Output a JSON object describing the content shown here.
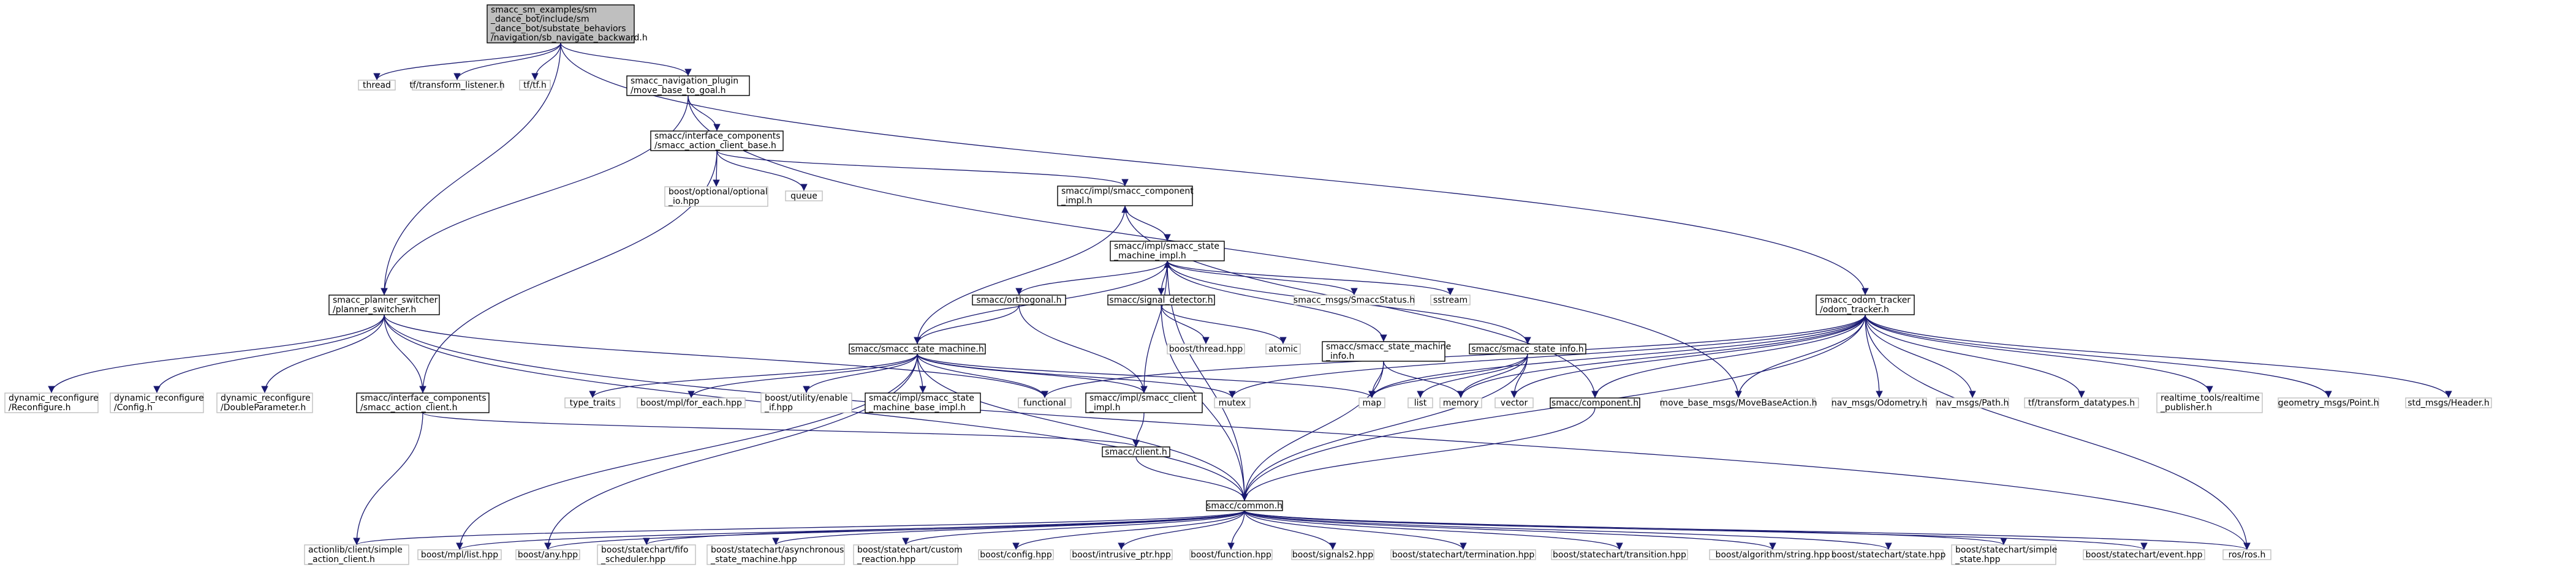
{
  "colors": {
    "edge": "#191970",
    "node_border": "#000000",
    "node_fill": "#ffffff",
    "external_border": "#bfbfbf",
    "root_fill": "#bfbfbf",
    "root_border": "#000000"
  },
  "nodes": {
    "root": {
      "lines": [
        "smacc_sm_examples/sm",
        "_dance_bot/include/sm",
        "_dance_bot/substate_behaviors",
        "/navigation/sb_navigate_backward.h"
      ],
      "kind": "root"
    },
    "thread": {
      "lines": [
        "thread"
      ],
      "kind": "external"
    },
    "tf_transform_listener": {
      "lines": [
        "tf/transform_listener.h"
      ],
      "kind": "external"
    },
    "tf_tf": {
      "lines": [
        "tf/tf.h"
      ],
      "kind": "external"
    },
    "nav_plugin": {
      "lines": [
        "smacc_navigation_plugin",
        "/move_base_to_goal.h"
      ],
      "kind": "internal"
    },
    "action_client_base": {
      "lines": [
        "smacc/interface_components",
        "/smacc_action_client_base.h"
      ],
      "kind": "internal"
    },
    "optional_io": {
      "lines": [
        "boost/optional/optional",
        "_io.hpp"
      ],
      "kind": "external"
    },
    "queue": {
      "lines": [
        "queue"
      ],
      "kind": "external"
    },
    "component_impl": {
      "lines": [
        "smacc/impl/smacc_component",
        "_impl.h"
      ],
      "kind": "internal"
    },
    "sm_impl": {
      "lines": [
        "smacc/impl/smacc_state",
        "_machine_impl.h"
      ],
      "kind": "internal"
    },
    "orthogonal": {
      "lines": [
        "smacc/orthogonal.h"
      ],
      "kind": "internal"
    },
    "signal_detector": {
      "lines": [
        "smacc/signal_detector.h"
      ],
      "kind": "internal"
    },
    "smacc_status": {
      "lines": [
        "smacc_msgs/SmaccStatus.h"
      ],
      "kind": "external"
    },
    "sstream": {
      "lines": [
        "sstream"
      ],
      "kind": "external"
    },
    "boost_thread": {
      "lines": [
        "boost/thread.hpp"
      ],
      "kind": "external"
    },
    "atomic": {
      "lines": [
        "atomic"
      ],
      "kind": "external"
    },
    "sm_info": {
      "lines": [
        "smacc/smacc_state_machine",
        "_info.h"
      ],
      "kind": "internal"
    },
    "state_info": {
      "lines": [
        "smacc/smacc_state_info.h"
      ],
      "kind": "internal"
    },
    "odom_tracker": {
      "lines": [
        "smacc_odom_tracker",
        "/odom_tracker.h"
      ],
      "kind": "internal"
    },
    "planner_switcher": {
      "lines": [
        "smacc_planner_switcher",
        "/planner_switcher.h"
      ],
      "kind": "internal"
    },
    "state_machine": {
      "lines": [
        "smacc/smacc_state_machine.h"
      ],
      "kind": "internal"
    },
    "dyn_reconfigure": {
      "lines": [
        "dynamic_reconfigure",
        "/Reconfigure.h"
      ],
      "kind": "external"
    },
    "dyn_config": {
      "lines": [
        "dynamic_reconfigure",
        "/Config.h"
      ],
      "kind": "external"
    },
    "dyn_double": {
      "lines": [
        "dynamic_reconfigure",
        "/DoubleParameter.h"
      ],
      "kind": "external"
    },
    "action_client": {
      "lines": [
        "smacc/interface_components",
        "/smacc_action_client.h"
      ],
      "kind": "internal"
    },
    "type_traits": {
      "lines": [
        "type_traits"
      ],
      "kind": "external"
    },
    "mpl_for_each": {
      "lines": [
        "boost/mpl/for_each.hpp"
      ],
      "kind": "external"
    },
    "enable_if": {
      "lines": [
        "boost/utility/enable",
        "_if.hpp"
      ],
      "kind": "external"
    },
    "sm_base_impl": {
      "lines": [
        "smacc/impl/smacc_state",
        "_machine_base_impl.h"
      ],
      "kind": "internal"
    },
    "functional": {
      "lines": [
        "functional"
      ],
      "kind": "external"
    },
    "client_impl": {
      "lines": [
        "smacc/impl/smacc_client",
        "_impl.h"
      ],
      "kind": "internal"
    },
    "mutex": {
      "lines": [
        "mutex"
      ],
      "kind": "external"
    },
    "map": {
      "lines": [
        "map"
      ],
      "kind": "external"
    },
    "list": {
      "lines": [
        "list"
      ],
      "kind": "external"
    },
    "memory": {
      "lines": [
        "memory"
      ],
      "kind": "external"
    },
    "vector": {
      "lines": [
        "vector"
      ],
      "kind": "external"
    },
    "component": {
      "lines": [
        "smacc/component.h"
      ],
      "kind": "internal"
    },
    "move_base_action": {
      "lines": [
        "move_base_msgs/MoveBaseAction.h"
      ],
      "kind": "external"
    },
    "odometry": {
      "lines": [
        "nav_msgs/Odometry.h"
      ],
      "kind": "external"
    },
    "path": {
      "lines": [
        "nav_msgs/Path.h"
      ],
      "kind": "external"
    },
    "tf_datatypes": {
      "lines": [
        "tf/transform_datatypes.h"
      ],
      "kind": "external"
    },
    "rt_publisher": {
      "lines": [
        "realtime_tools/realtime",
        "_publisher.h"
      ],
      "kind": "external"
    },
    "point": {
      "lines": [
        "geometry_msgs/Point.h"
      ],
      "kind": "external"
    },
    "header": {
      "lines": [
        "std_msgs/Header.h"
      ],
      "kind": "external"
    },
    "client": {
      "lines": [
        "smacc/client.h"
      ],
      "kind": "internal"
    },
    "common": {
      "lines": [
        "smacc/common.h"
      ],
      "kind": "internal"
    },
    "simple_action_client": {
      "lines": [
        "actionlib/client/simple",
        "_action_client.h"
      ],
      "kind": "external"
    },
    "mpl_list": {
      "lines": [
        "boost/mpl/list.hpp"
      ],
      "kind": "external"
    },
    "boost_any": {
      "lines": [
        "boost/any.hpp"
      ],
      "kind": "external"
    },
    "fifo_scheduler": {
      "lines": [
        "boost/statechart/fifo",
        "_scheduler.hpp"
      ],
      "kind": "external"
    },
    "async_sm": {
      "lines": [
        "boost/statechart/asynchronous",
        "_state_machine.hpp"
      ],
      "kind": "external"
    },
    "custom_reaction": {
      "lines": [
        "boost/statechart/custom",
        "_reaction.hpp"
      ],
      "kind": "external"
    },
    "boost_config": {
      "lines": [
        "boost/config.hpp"
      ],
      "kind": "external"
    },
    "intrusive_ptr": {
      "lines": [
        "boost/intrusive_ptr.hpp"
      ],
      "kind": "external"
    },
    "boost_function": {
      "lines": [
        "boost/function.hpp"
      ],
      "kind": "external"
    },
    "signals2": {
      "lines": [
        "boost/signals2.hpp"
      ],
      "kind": "external"
    },
    "termination": {
      "lines": [
        "boost/statechart/termination.hpp"
      ],
      "kind": "external"
    },
    "transition": {
      "lines": [
        "boost/statechart/transition.hpp"
      ],
      "kind": "external"
    },
    "algorithm_string": {
      "lines": [
        "boost/algorithm/string.hpp"
      ],
      "kind": "external"
    },
    "sc_state": {
      "lines": [
        "boost/statechart/state.hpp"
      ],
      "kind": "external"
    },
    "simple_state": {
      "lines": [
        "boost/statechart/simple",
        "_state.hpp"
      ],
      "kind": "external"
    },
    "sc_event": {
      "lines": [
        "boost/statechart/event.hpp"
      ],
      "kind": "external"
    },
    "ros": {
      "lines": [
        "ros/ros.h"
      ],
      "kind": "external"
    }
  },
  "edges": [
    [
      "root",
      "thread"
    ],
    [
      "root",
      "tf_transform_listener"
    ],
    [
      "root",
      "tf_tf"
    ],
    [
      "root",
      "nav_plugin"
    ],
    [
      "root",
      "planner_switcher"
    ],
    [
      "root",
      "odom_tracker"
    ],
    [
      "nav_plugin",
      "action_client_base"
    ],
    [
      "nav_plugin",
      "planner_switcher"
    ],
    [
      "nav_plugin",
      "move_base_action"
    ],
    [
      "action_client_base",
      "optional_io"
    ],
    [
      "action_client_base",
      "queue"
    ],
    [
      "action_client_base",
      "component_impl"
    ],
    [
      "action_client_base",
      "action_client"
    ],
    [
      "component_impl",
      "sm_impl"
    ],
    [
      "component_impl",
      "component"
    ],
    [
      "sm_impl",
      "orthogonal"
    ],
    [
      "sm_impl",
      "signal_detector"
    ],
    [
      "sm_impl",
      "smacc_status"
    ],
    [
      "sm_impl",
      "sstream"
    ],
    [
      "sm_impl",
      "sm_info"
    ],
    [
      "sm_impl",
      "state_info"
    ],
    [
      "sm_impl",
      "state_machine"
    ],
    [
      "sm_impl",
      "common"
    ],
    [
      "orthogonal",
      "state_machine"
    ],
    [
      "orthogonal",
      "client_impl"
    ],
    [
      "signal_detector",
      "boost_thread"
    ],
    [
      "signal_detector",
      "atomic"
    ],
    [
      "signal_detector",
      "common"
    ],
    [
      "sm_info",
      "map"
    ],
    [
      "sm_info",
      "memory"
    ],
    [
      "sm_info",
      "common"
    ],
    [
      "state_info",
      "list"
    ],
    [
      "state_info",
      "memory"
    ],
    [
      "state_info",
      "vector"
    ],
    [
      "state_info",
      "map"
    ],
    [
      "state_info",
      "common"
    ],
    [
      "state_machine",
      "component_impl"
    ],
    [
      "state_machine",
      "type_traits"
    ],
    [
      "state_machine",
      "mpl_for_each"
    ],
    [
      "state_machine",
      "enable_if"
    ],
    [
      "state_machine",
      "sm_base_impl"
    ],
    [
      "state_machine",
      "functional"
    ],
    [
      "state_machine",
      "client_impl"
    ],
    [
      "state_machine",
      "mutex"
    ],
    [
      "state_machine",
      "map"
    ],
    [
      "state_machine",
      "common"
    ],
    [
      "state_machine",
      "mpl_list"
    ],
    [
      "state_machine",
      "boost_any"
    ],
    [
      "client_impl",
      "sm_impl"
    ],
    [
      "client_impl",
      "client"
    ],
    [
      "planner_switcher",
      "dyn_reconfigure"
    ],
    [
      "planner_switcher",
      "dyn_config"
    ],
    [
      "planner_switcher",
      "dyn_double"
    ],
    [
      "planner_switcher",
      "action_client"
    ],
    [
      "planner_switcher",
      "functional"
    ],
    [
      "planner_switcher",
      "common"
    ],
    [
      "planner_switcher",
      "ros"
    ],
    [
      "action_client",
      "client"
    ],
    [
      "action_client",
      "simple_action_client"
    ],
    [
      "client",
      "common"
    ],
    [
      "odom_tracker",
      "mutex"
    ],
    [
      "odom_tracker",
      "map"
    ],
    [
      "odom_tracker",
      "vector"
    ],
    [
      "odom_tracker",
      "component"
    ],
    [
      "odom_tracker",
      "move_base_action"
    ],
    [
      "odom_tracker",
      "odometry"
    ],
    [
      "odom_tracker",
      "path"
    ],
    [
      "odom_tracker",
      "tf_datatypes"
    ],
    [
      "odom_tracker",
      "rt_publisher"
    ],
    [
      "odom_tracker",
      "point"
    ],
    [
      "odom_tracker",
      "header"
    ],
    [
      "odom_tracker",
      "common"
    ],
    [
      "odom_tracker",
      "memory"
    ],
    [
      "odom_tracker",
      "ros"
    ],
    [
      "odom_tracker",
      "functional"
    ],
    [
      "component",
      "common"
    ],
    [
      "common",
      "simple_action_client"
    ],
    [
      "common",
      "mpl_list"
    ],
    [
      "common",
      "boost_any"
    ],
    [
      "common",
      "fifo_scheduler"
    ],
    [
      "common",
      "async_sm"
    ],
    [
      "common",
      "custom_reaction"
    ],
    [
      "common",
      "boost_config"
    ],
    [
      "common",
      "intrusive_ptr"
    ],
    [
      "common",
      "boost_function"
    ],
    [
      "common",
      "signals2"
    ],
    [
      "common",
      "termination"
    ],
    [
      "common",
      "transition"
    ],
    [
      "common",
      "algorithm_string"
    ],
    [
      "common",
      "sc_state"
    ],
    [
      "common",
      "simple_state"
    ],
    [
      "common",
      "sc_event"
    ],
    [
      "common",
      "ros"
    ]
  ]
}
